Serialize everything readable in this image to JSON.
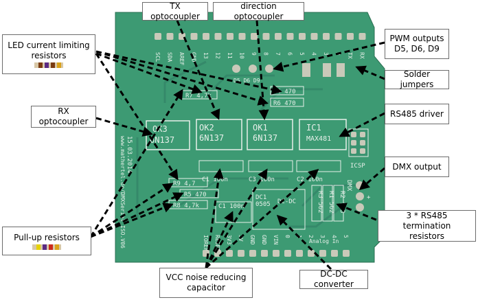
{
  "labels": {
    "tx_optocoupler": "TX optocoupler",
    "direction_optocoupler": "direction optocoupler",
    "led_resistors": [
      "LED current  limiting",
      "resistors"
    ],
    "pwm_outputs": [
      "PWM outputs",
      "D5, D6, D9"
    ],
    "solder_jumpers": "Solder jumpers",
    "rx_optocoupler": "RX optocoupler",
    "rs485_driver": "RS485 driver",
    "dmx_output": "DMX output",
    "termination_resistors": [
      "3 * RS485 termination",
      "resistors"
    ],
    "pullup_resistors": "Pull-up resistors",
    "vcc_capacitor": [
      "VCC noise reducing",
      "capacitor"
    ],
    "dcdc_converter": "DC-DC converter"
  },
  "pcb": {
    "date_text": "15.03.2014",
    "url_text": "www.mathertel.de/DMXSerial_ISO.V06",
    "header_top": [
      "SCL",
      "SDA",
      "AREF",
      "GND",
      "13",
      "12",
      "11",
      "10",
      "9",
      "8",
      "7",
      "6",
      "5",
      "4",
      "3",
      "2",
      "TX",
      "RX"
    ],
    "header_bottom": [
      "IOREF",
      "RESET",
      "3V3",
      "5V",
      "GND",
      "GND",
      "VIN",
      "0",
      "1",
      "2",
      "3",
      "4",
      "5"
    ],
    "analog_label": "Analog In",
    "pins_label": "D5 D6 D9",
    "components": {
      "ok3": [
        "OK3",
        "6N137"
      ],
      "ok2": [
        "OK2",
        "6N137"
      ],
      "ok1": [
        "OK1",
        "6N137"
      ],
      "ic1": [
        "IC1",
        "MAX481"
      ],
      "icsp": "ICSP",
      "r7": "R7 4,7k",
      "r4": "R4 470",
      "r6": "R6 470",
      "c1_top": "C1 100n",
      "c3": "C3 100n",
      "c2": "C2 100n",
      "r9": "R9 4,7",
      "r5": "R5 470",
      "r8": "R8 4,7k",
      "c1": "C1 100n",
      "dc1": "DC1",
      "dc1_model": "0505",
      "dcdc": "DC-DC",
      "r3": "R3 562",
      "r1": "R1 562",
      "r2": "R2 123",
      "dmx": "DMX",
      "dmx_plus": "+",
      "dmx_minus": "-",
      "gnd_mark": "GND"
    }
  },
  "colors": {
    "pcb_green": "#3d9a73",
    "pcb_dark": "#2f7e5c",
    "silk": "#e8f0ea",
    "pad": "#c9c9b9",
    "arrow": "#000000",
    "resistor_led_bands": [
      "#7a3b12",
      "#5b2a83",
      "#7a3b12",
      "#d9a21b"
    ],
    "resistor_pullup_bands": [
      "#e6d200",
      "#5b2a83",
      "#cc2a1c",
      "#d9a21b"
    ]
  }
}
